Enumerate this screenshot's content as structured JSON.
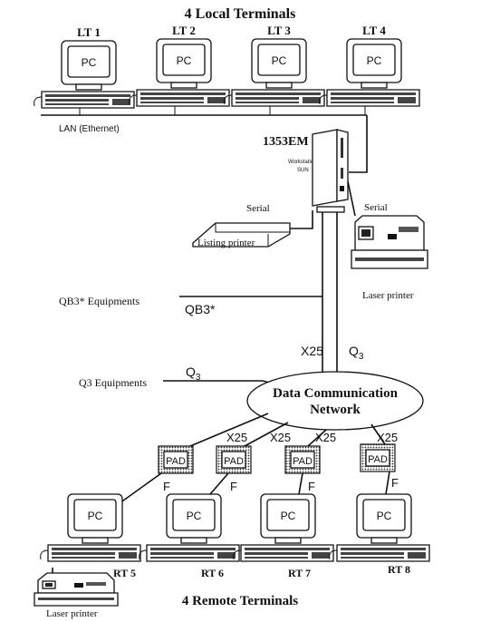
{
  "title_top": "4 Local Terminals",
  "title_bottom": "4 Remote Terminals",
  "local_terminals": [
    {
      "label": "LT 1",
      "screen": "PC"
    },
    {
      "label": "LT 2",
      "screen": "PC"
    },
    {
      "label": "LT 3",
      "screen": "PC"
    },
    {
      "label": "LT 4",
      "screen": "PC"
    }
  ],
  "lan_label": "LAN (Ethernet)",
  "server": {
    "name": "1353EM",
    "sublabel_line1": "Workstation",
    "sublabel_line2": "SUN"
  },
  "serial_left": "Serial",
  "serial_right": "Serial",
  "listing_printer": "Listing printer",
  "laser_printer_top": "Laser printer",
  "qb3_equipments": "QB3* Equipments",
  "qb3_label": "QB3*",
  "q3_equipments": "Q3 Equipments",
  "q3_label": "Q",
  "q3_sub": "3",
  "x25_server": "X25",
  "q3_server": "Q",
  "q3_server_sub": "3",
  "dcn_line1": "Data Communication",
  "dcn_line2": "Network",
  "pads": [
    {
      "label": "PAD",
      "link_top": "",
      "link_bottom": "F"
    },
    {
      "label": "PAD",
      "link_top": "X25",
      "link_bottom": "F"
    },
    {
      "label": "PAD",
      "link_top": "X25",
      "link_bottom": "F"
    },
    {
      "label": "PAD",
      "link_top": "X25",
      "link_bottom": "F"
    }
  ],
  "x25_extra": "X25",
  "remote_terminals": [
    {
      "label": "RT 5",
      "screen": "PC"
    },
    {
      "label": "RT 6",
      "screen": "PC"
    },
    {
      "label": "RT 7",
      "screen": "PC"
    },
    {
      "label": "RT 8",
      "screen": "PC"
    }
  ],
  "laser_printer_bottom": "Laser printer"
}
